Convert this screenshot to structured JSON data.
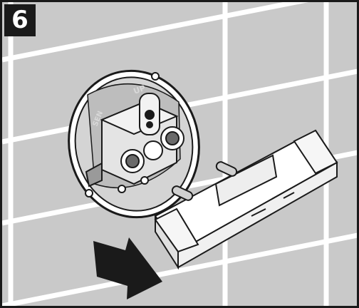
{
  "step_number": "6",
  "valve_labels": {
    "up": "UP",
    "partial": "SEN"
  },
  "colors": {
    "wall_tile": "#c9c9c9",
    "grout": "#ffffff",
    "outline": "#1a1a1a",
    "arrow": "#1a1a1a",
    "badge_bg": "#1a1a1a",
    "badge_text": "#ffffff"
  },
  "icons": {
    "direction": "arrow-down-right-icon"
  }
}
